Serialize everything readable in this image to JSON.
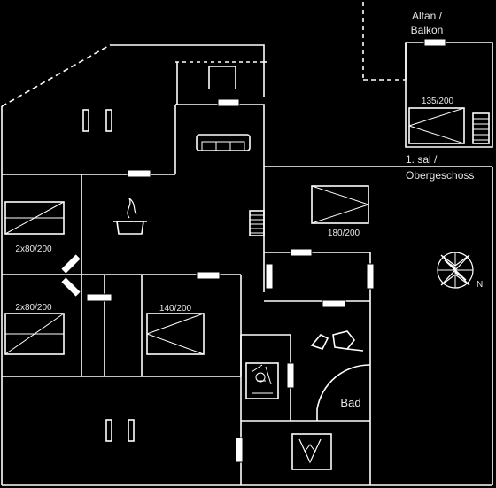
{
  "labels": {
    "balcony_line1": "Altan /",
    "balcony_line2": "Balkon",
    "upper_bed": "135/200",
    "floor_line1": "1. sal /",
    "floor_line2": "Obergeschoss",
    "bed_right": "180/200",
    "bed_left_top": "2x80/200",
    "bed_left_mid": "2x80/200",
    "bed_center": "140/200",
    "bath": "Bad",
    "compass_north": "N"
  },
  "colors": {
    "background": "#000000",
    "lines": "#ffffff",
    "text": "#e6e6e6"
  },
  "icons": {
    "sofa": "sofa-icon",
    "cooking_pot": "cooking-pot-icon",
    "stairs": "stairs-icon",
    "toilet": "toilet-icon",
    "shower": "shower-icon",
    "wood_stove": "wood-stove-icon",
    "compass": "compass-icon"
  }
}
